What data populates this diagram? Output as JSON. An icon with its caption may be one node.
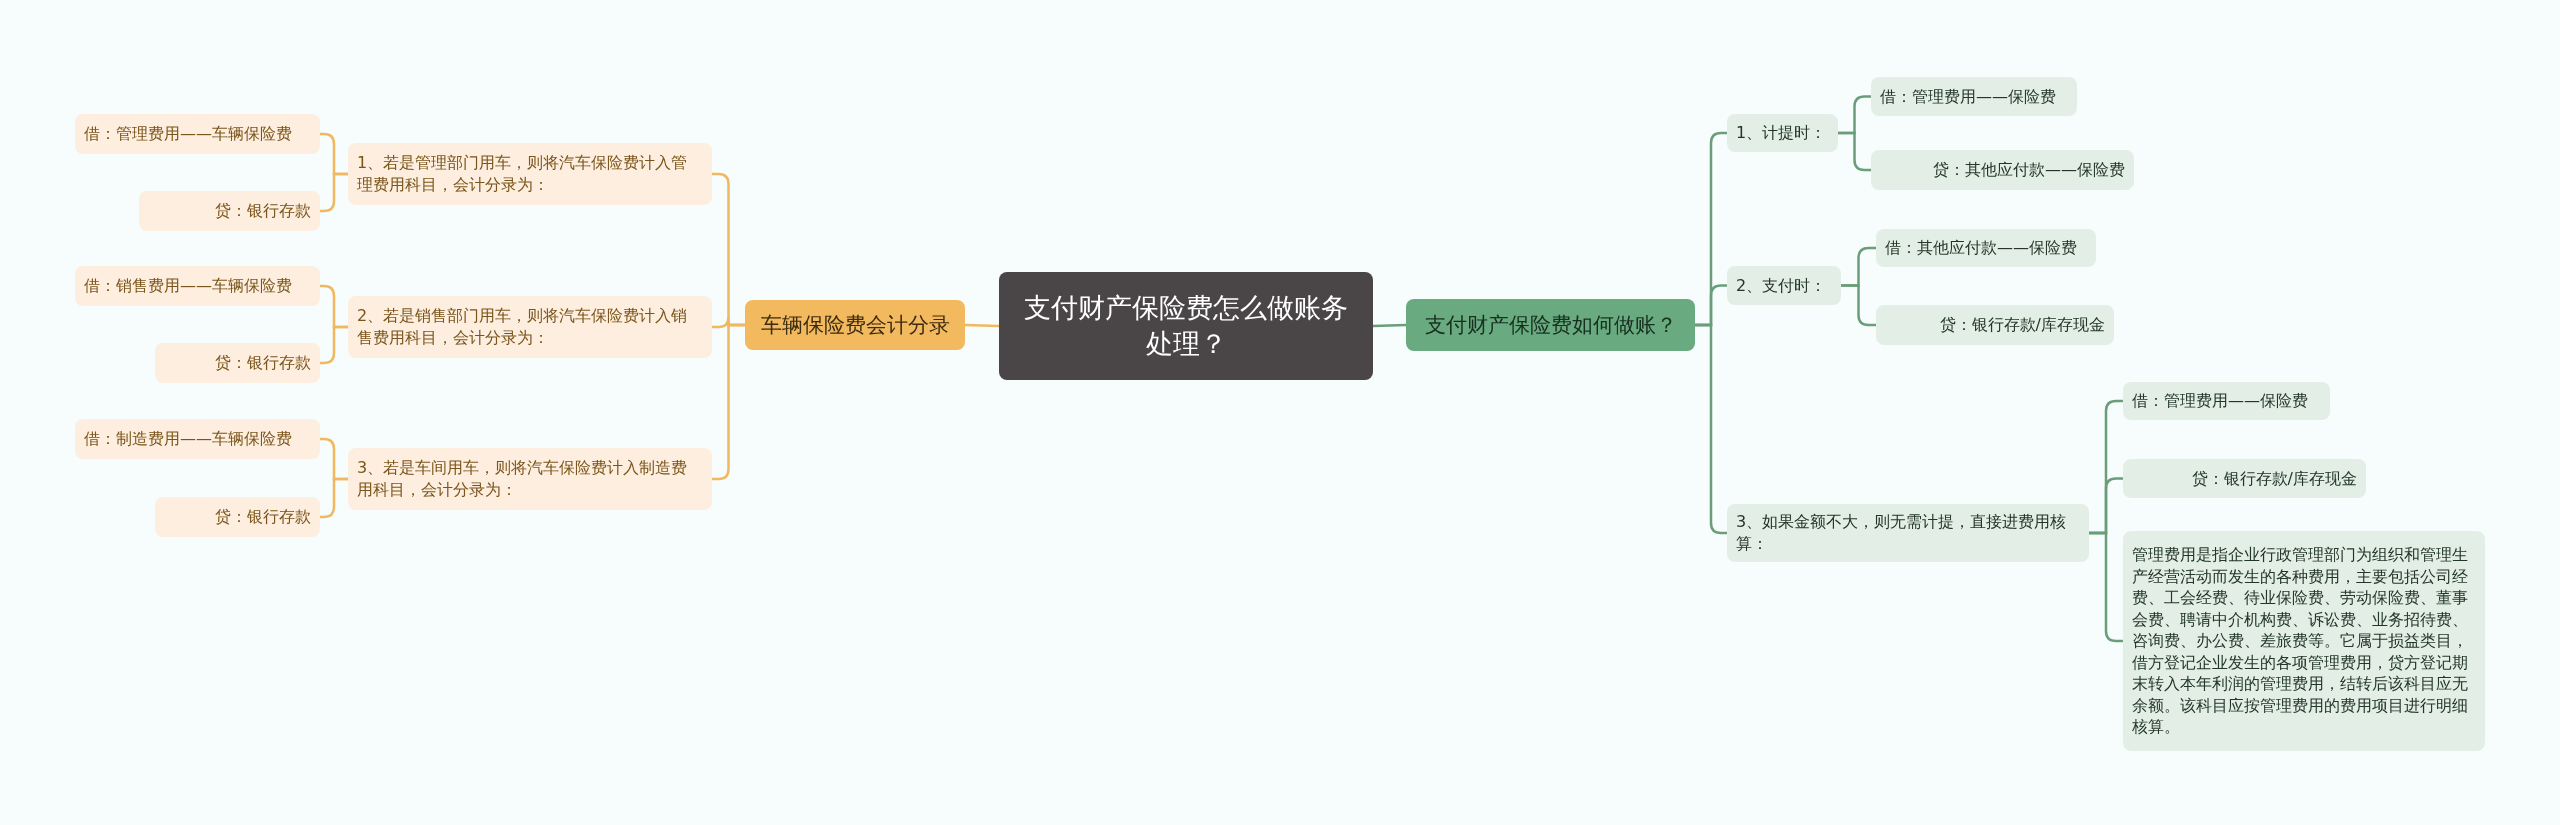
{
  "diagram": {
    "nodes": [
      {
        "text": [
          "支付财产保险费怎么做账务处理？"
        ]
      },
      {
        "text": [
          "车辆保险费会计分录"
        ]
      },
      {
        "text": [
          "1、若是管理部门用车，则将汽车保险费计入管理费用科目，会计分录为："
        ]
      },
      {
        "text": [
          "借：管理费用——车辆保险费"
        ]
      },
      {
        "text": [
          "贷：银行存款"
        ]
      },
      {
        "text": [
          "2、若是销售部门用车，则将汽车保险费计入销售费用科目，会计分录为："
        ]
      },
      {
        "text": [
          "借：销售费用——车辆保险费"
        ]
      },
      {
        "text": [
          "贷：银行存款"
        ]
      },
      {
        "text": [
          "3、若是车间用车，则将汽车保险费计入制造费用科目，会计分录为："
        ]
      },
      {
        "text": [
          "借：制造费用——车辆保险费"
        ]
      },
      {
        "text": [
          "贷：银行存款"
        ]
      },
      {
        "text": [
          "支付财产保险费如何做账？"
        ]
      },
      {
        "text": [
          "1、计提时："
        ]
      },
      {
        "text": [
          "借：管理费用——保险费"
        ]
      },
      {
        "text": [
          "贷：其他应付款——保险费"
        ]
      },
      {
        "text": [
          "2、支付时："
        ]
      },
      {
        "text": [
          "借：其他应付款——保险费"
        ]
      },
      {
        "text": [
          "贷：银行存款/库存现金"
        ]
      },
      {
        "text": [
          "3、如果金额不大，则无需计提，直接进费用核算："
        ]
      },
      {
        "text": [
          "借：管理费用——保险费"
        ]
      },
      {
        "text": [
          "贷：银行存款/库存现金"
        ]
      },
      {
        "text": [
          "管理费用是指企业行政管理部门为组织和管理生产经营活动而发生的各种费用，主要包括公司经费、工会经费、待业保险费、劳动保险费、董事会费、聘请中介机构费、诉讼费、业务招待费、咨询费、办公费、差旅费等。它属于损益类目，借方登记企业发生的各项管理费用，贷方登记期末转入本年利润的管理费用，结转后该科目应无余额。该科目应按管理费用的费用项目进行明细核算。"
        ]
      }
    ],
    "edges": [
      {
        "from": 0,
        "to": 1,
        "arrow": "none",
        "color": "#f0b860"
      },
      {
        "from": 1,
        "to": 2,
        "arrow": "none",
        "color": "#f0b860"
      },
      {
        "from": 1,
        "to": 5,
        "arrow": "none",
        "color": "#f0b860"
      },
      {
        "from": 1,
        "to": 8,
        "arrow": "none",
        "color": "#f0b860"
      },
      {
        "from": 2,
        "to": 3,
        "arrow": "none",
        "color": "#f0b860"
      },
      {
        "from": 2,
        "to": 4,
        "arrow": "none",
        "color": "#f0b860"
      },
      {
        "from": 5,
        "to": 6,
        "arrow": "none",
        "color": "#f0b860"
      },
      {
        "from": 5,
        "to": 7,
        "arrow": "none",
        "color": "#f0b860"
      },
      {
        "from": 8,
        "to": 9,
        "arrow": "none",
        "color": "#f0b860"
      },
      {
        "from": 8,
        "to": 10,
        "arrow": "none",
        "color": "#f0b860"
      },
      {
        "from": 0,
        "to": 11,
        "arrow": "none",
        "color": "#6a9e7a"
      },
      {
        "from": 11,
        "to": 12,
        "arrow": "none",
        "color": "#6a9e7a"
      },
      {
        "from": 11,
        "to": 15,
        "arrow": "none",
        "color": "#6a9e7a"
      },
      {
        "from": 11,
        "to": 18,
        "arrow": "none",
        "color": "#6a9e7a"
      },
      {
        "from": 12,
        "to": 13,
        "arrow": "none",
        "color": "#6a9e7a"
      },
      {
        "from": 12,
        "to": 14,
        "arrow": "none",
        "color": "#6a9e7a"
      },
      {
        "from": 15,
        "to": 16,
        "arrow": "none",
        "color": "#6a9e7a"
      },
      {
        "from": 15,
        "to": 17,
        "arrow": "none",
        "color": "#6a9e7a"
      },
      {
        "from": 18,
        "to": 19,
        "arrow": "none",
        "color": "#6a9e7a"
      },
      {
        "from": 18,
        "to": 20,
        "arrow": "none",
        "color": "#6a9e7a"
      },
      {
        "from": 18,
        "to": 21,
        "arrow": "none",
        "color": "#6a9e7a"
      }
    ]
  }
}
